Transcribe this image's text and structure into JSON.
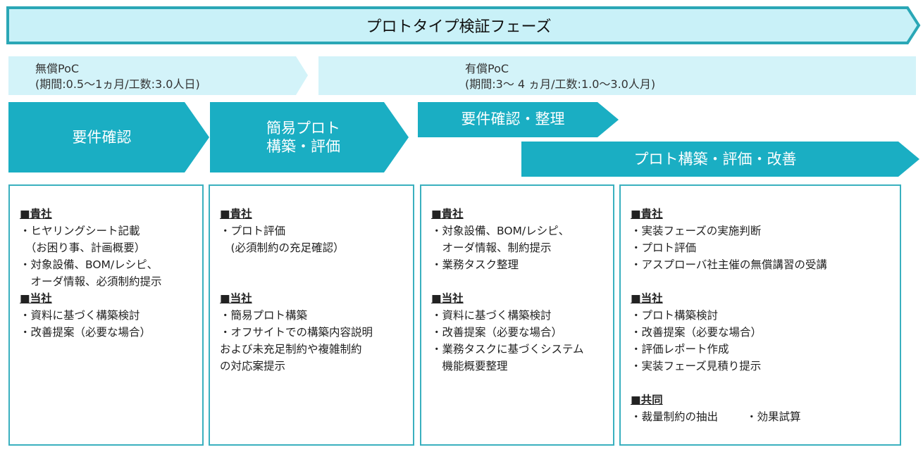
{
  "banner": {
    "title": "プロトタイプ検証フェーズ"
  },
  "poc": [
    {
      "name": "無償PoC",
      "detail": "(期間:0.5〜1ヵ月/工数:3.0人日)"
    },
    {
      "name": "有償PoC",
      "detail": "(期間:3〜 4 ヵ月/工数:1.0〜3.0人月)"
    }
  ],
  "steps": [
    {
      "lines": [
        "要件確認"
      ]
    },
    {
      "lines": [
        "簡易プロト",
        "構築・評価"
      ]
    },
    {
      "lines": [
        "要件確認・整理"
      ]
    },
    {
      "lines": [
        "プロト構築・評価・改善"
      ]
    }
  ],
  "colors": {
    "dark": "#1aaec3",
    "light": "#c9f1f8",
    "border": "#2aa7b6"
  },
  "boxes": [
    {
      "sections": [
        {
          "header": "■貴社",
          "items": [
            "・ヒヤリングシート記載",
            "　（お困り事、計画概要）",
            "・対象設備、BOM/レシピ、",
            "　オーダ情報、必須制約提示"
          ]
        },
        {
          "header": "■当社",
          "items": [
            "・資料に基づく構築検討",
            "・改善提案（必要な場合）"
          ]
        }
      ]
    },
    {
      "sections": [
        {
          "header": "■貴社",
          "items": [
            "・プロト評価",
            "　(必須制約の充足確認）"
          ]
        },
        {
          "header": "■当社",
          "items": [
            "・簡易プロト構築",
            "・オフサイトでの構築内容説明",
            "および未充足制約や複雑制約",
            "の対応案提示"
          ]
        }
      ]
    },
    {
      "sections": [
        {
          "header": "■貴社",
          "items": [
            "・対象設備、BOM/レシピ、",
            "　オーダ情報、制約提示",
            "・業務タスク整理"
          ]
        },
        {
          "header": "■当社",
          "items": [
            "・資料に基づく構築検討",
            "・改善提案（必要な場合）",
            "・業務タスクに基づくシステム",
            "　機能概要整理"
          ]
        }
      ]
    },
    {
      "sections": [
        {
          "header": "■貴社",
          "items": [
            "・実装フェーズの実施判断",
            "・プロト評価",
            "・アスプローバ社主催の無償講習の受講"
          ]
        },
        {
          "header": "■当社",
          "items": [
            "・プロト構築検討",
            "・改善提案（必要な場合）",
            "・評価レポート作成",
            "・実装フェーズ見積り提示"
          ]
        },
        {
          "header": "■共同",
          "items": [
            "・裁量制約の抽出",
            "・効果試算"
          ]
        }
      ]
    }
  ]
}
